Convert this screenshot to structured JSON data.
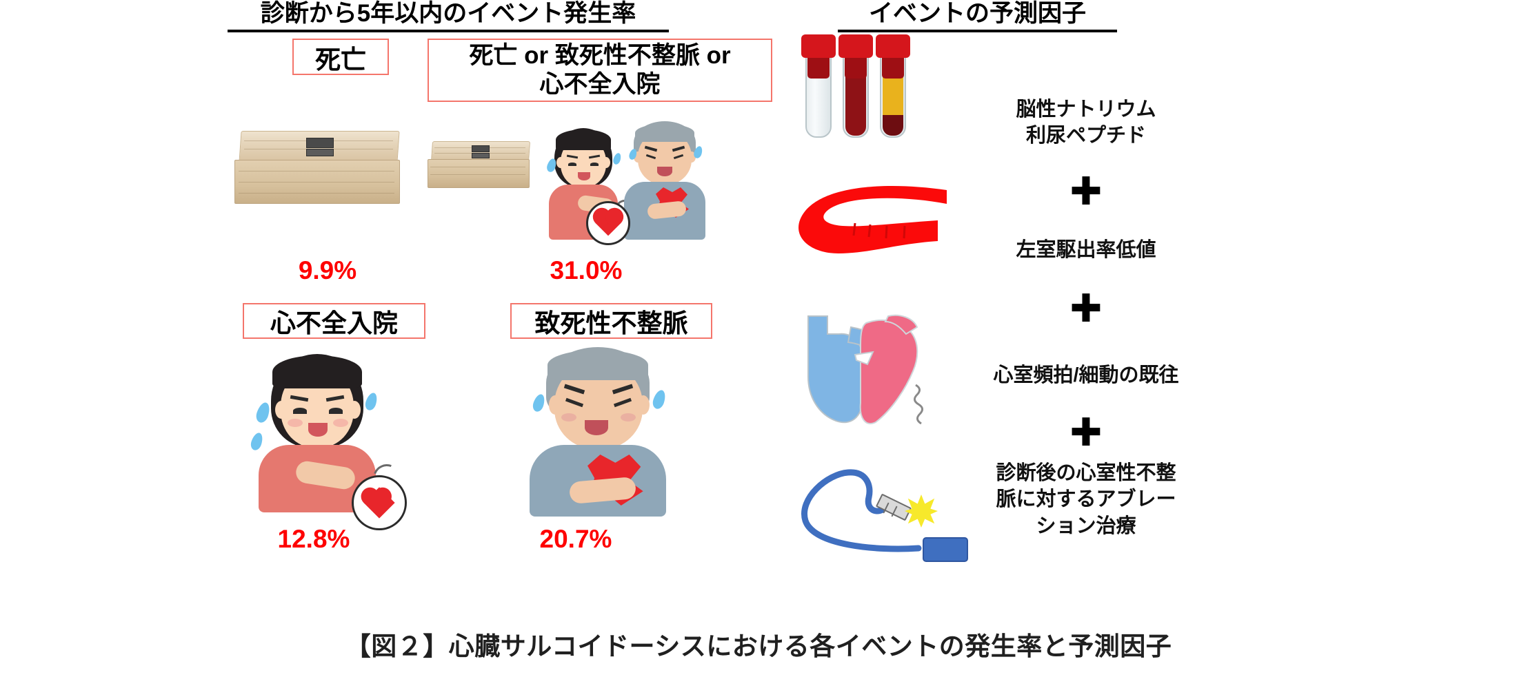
{
  "headings": {
    "left": "診断から5年以内のイベント発生率",
    "right": "イベントの予測因子"
  },
  "events": [
    {
      "label": "死亡",
      "rate": "9.9%",
      "icon": "coffin-icon"
    },
    {
      "label": "死亡 or 致死性不整脈 or\n心不全入院",
      "line1": "死亡 or 致死性不整脈 or",
      "line2": "心不全入院",
      "rate": "31.0%",
      "icon": "coffin-and-patients-icon"
    },
    {
      "label": "心不全入院",
      "rate": "12.8%",
      "icon": "woman-chest-pain-icon"
    },
    {
      "label": "致死性不整脈",
      "rate": "20.7%",
      "icon": "man-chest-pain-icon"
    }
  ],
  "predictors": [
    {
      "line1": "脳性ナトリウム",
      "line2": "利尿ペプチド",
      "icon": "blood-test-tubes-icon"
    },
    {
      "line1": "左室駆出率低値",
      "line2": "",
      "icon": "echo-lv-icon"
    },
    {
      "line1": "心室頻拍/細動の既往",
      "line2": "",
      "icon": "heart-anatomy-icon"
    },
    {
      "line1": "診断後の心室性不整",
      "line2": "脈に対するアブレー",
      "line3": "ション治療",
      "icon": "ablation-catheter-icon"
    }
  ],
  "plus": "✚",
  "caption": "【図２】心臓サルコイドーシスにおける各イベントの発生率と予測因子",
  "colors": {
    "rate_red": "#fe0000",
    "box_border_red": "#f4756b",
    "heading_rule": "#000000",
    "tube_cap": "#d5161c",
    "blood_dark": "#8e1216",
    "serum_yellow": "#e9b21d",
    "catheter_blue": "#3f6fc0",
    "spark_yellow": "#f7e92b",
    "heart_left_pink": "#ef6a86",
    "heart_right_blue": "#7fb5e4",
    "caption_color": "#202020"
  }
}
